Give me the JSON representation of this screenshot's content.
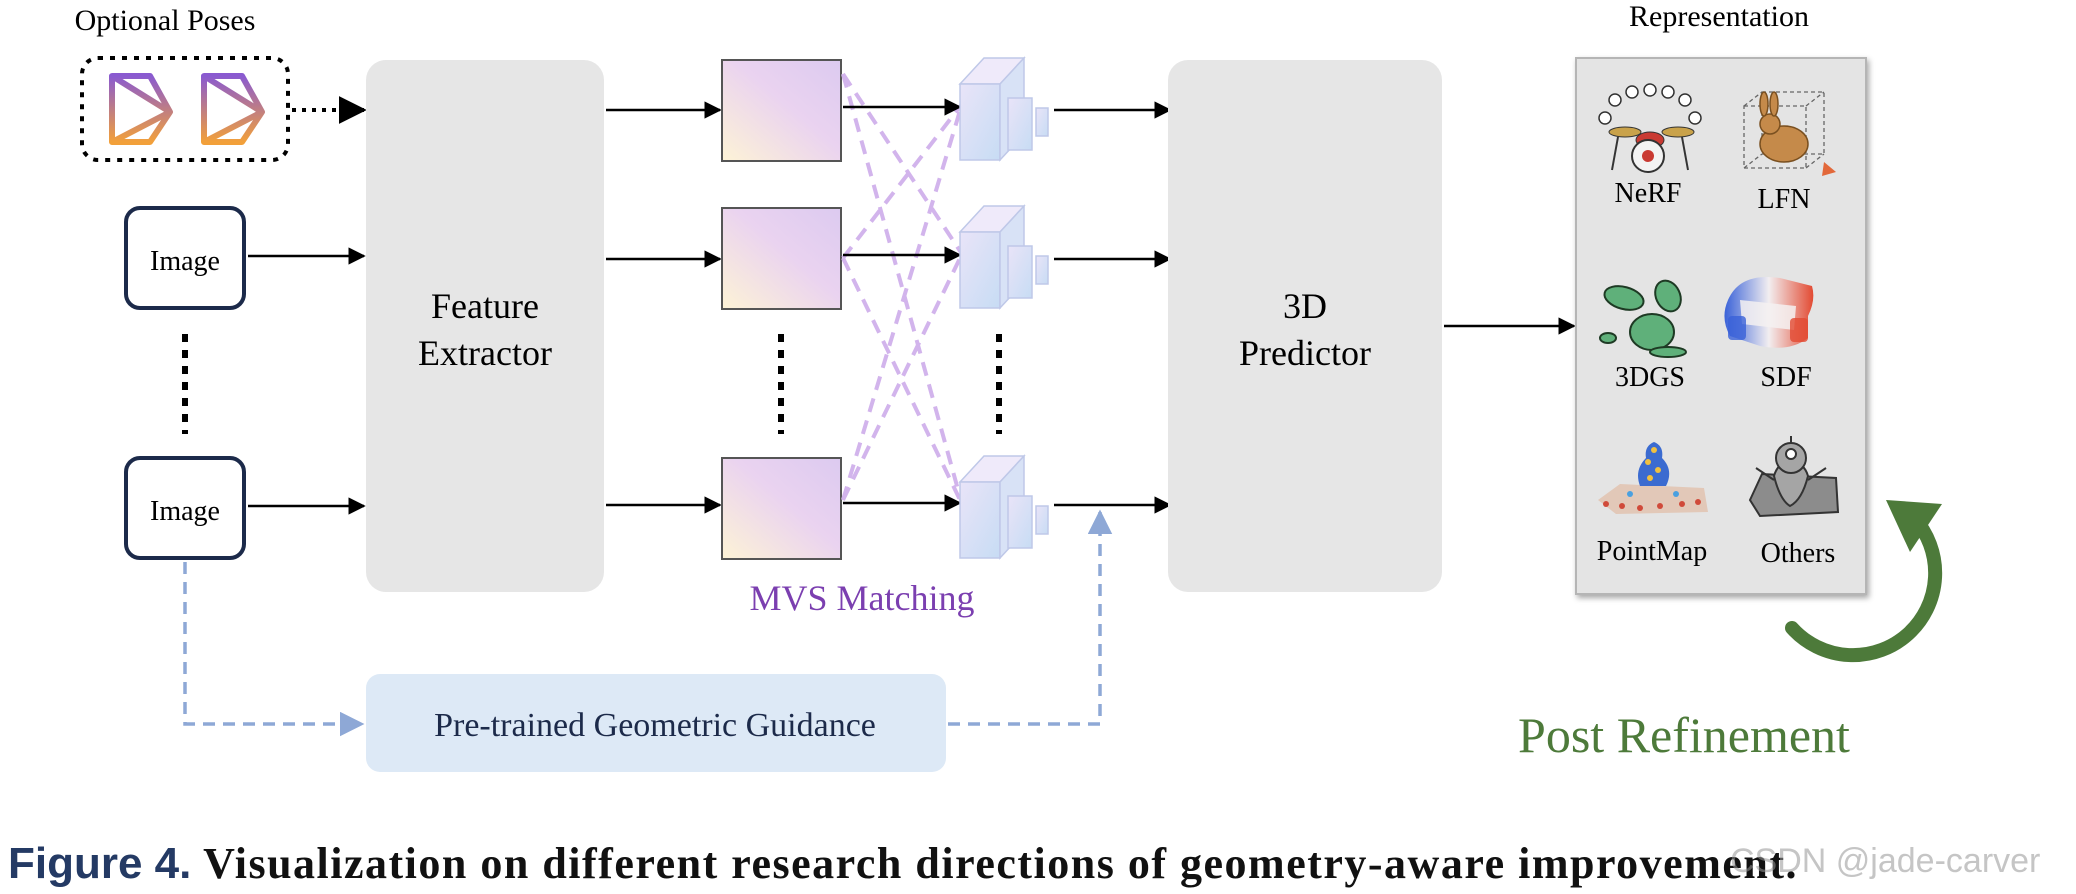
{
  "labels": {
    "optional_poses": "Optional Poses",
    "image_top": "Image",
    "image_bottom": "Image",
    "feature_extractor_line1": "Feature",
    "feature_extractor_line2": "Extractor",
    "mvs_matching": "MVS Matching",
    "predictor_line1": "3D",
    "predictor_line2": "Predictor",
    "representation": "Representation",
    "guidance": "Pre-trained Geometric Guidance",
    "post_refinement": "Post Refinement"
  },
  "representations": [
    {
      "name": "NeRF"
    },
    {
      "name": "LFN"
    },
    {
      "name": "3DGS"
    },
    {
      "name": "SDF"
    },
    {
      "name": "PointMap"
    },
    {
      "name": "Others"
    }
  ],
  "caption": {
    "lead": "Figure 4.",
    "rest": " Visualization on different research directions of geometry-aware improvement."
  },
  "watermark": "CSDN @jade-carver",
  "colors": {
    "block_gray": "#e6e6e6",
    "guidance_bg": "#dde9f6",
    "mvs_purple": "#7b3fb0",
    "dash_purple": "#d2b4ec",
    "dash_blue": "#8ea8d6",
    "refine_green": "#4d7a3a",
    "image_border": "#1c2a4a"
  }
}
